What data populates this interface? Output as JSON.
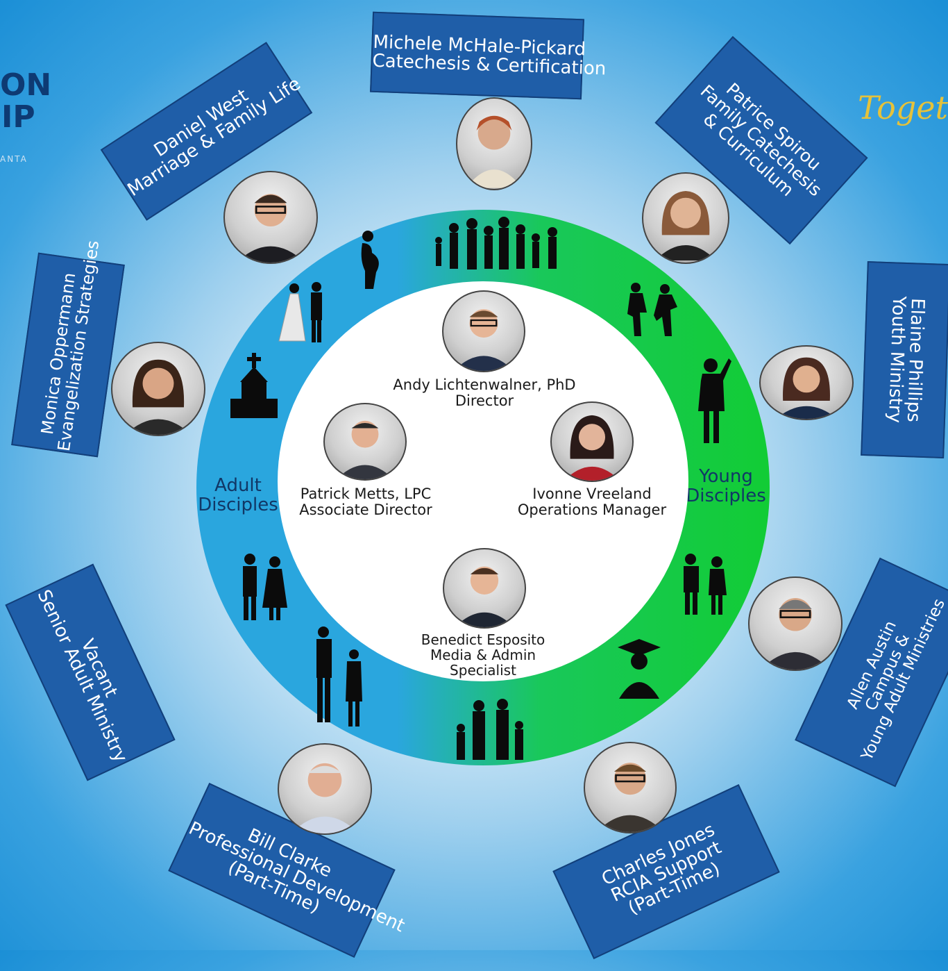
{
  "logo": {
    "line1": "ON",
    "line2": "IP",
    "sub": "ANTA"
  },
  "tagline": "Toget",
  "colors": {
    "panel": "#1f5ea8",
    "ring_blue": "#2aa6de",
    "ring_green": "#12cc35"
  },
  "outer_staff": [
    {
      "lines": [
        "Michele McHale-Pickard",
        "Catechesis & Certification"
      ]
    },
    {
      "lines": [
        "Patrice Spirou",
        "Family Catechesis",
        "& Curriculum"
      ]
    },
    {
      "lines": [
        "Elaine Phillips",
        "Youth Ministry"
      ]
    },
    {
      "lines": [
        "Allen Austin",
        "Campus &",
        "Young Adult Ministries"
      ]
    },
    {
      "lines": [
        "Charles Jones",
        "RCIA Support",
        "(Part-Time)"
      ]
    },
    {
      "lines": [
        "Bill Clarke",
        "Professional Development",
        "(Part-Time)"
      ]
    },
    {
      "lines": [
        "Vacant",
        "Senior Adult Ministry"
      ]
    },
    {
      "lines": [
        "Monica Oppermann",
        "Evangelization Strategies"
      ]
    },
    {
      "lines": [
        "Daniel West",
        "Marriage & Family Life"
      ]
    }
  ],
  "ring_labels": {
    "left": [
      "Adult",
      "Disciples"
    ],
    "right": [
      "Young",
      "Disciples"
    ]
  },
  "core_staff": [
    {
      "name": "Andy Lichtenwalner, PhD",
      "role": "Director"
    },
    {
      "name": "Patrick Metts, LPC",
      "role": "Associate Director"
    },
    {
      "name": "Ivonne Vreeland",
      "role": "Operations Manager"
    },
    {
      "name": "Benedict Esposito",
      "role": "Media & Admin",
      "role2": "Specialist"
    }
  ]
}
